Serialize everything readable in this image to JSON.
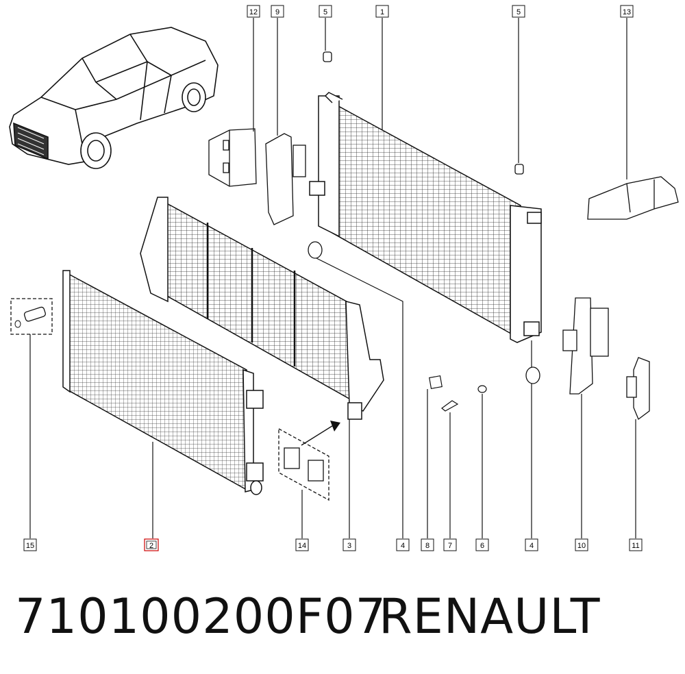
{
  "callouts": [
    {
      "label": "12"
    },
    {
      "label": "9"
    },
    {
      "label": "5"
    },
    {
      "label": "1"
    },
    {
      "label": "5"
    },
    {
      "label": "13"
    },
    {
      "label": "15"
    },
    {
      "label": "2"
    },
    {
      "label": "14"
    },
    {
      "label": "3"
    },
    {
      "label": "4"
    },
    {
      "label": "8"
    },
    {
      "label": "7"
    },
    {
      "label": "6"
    },
    {
      "label": "4"
    },
    {
      "label": "10"
    },
    {
      "label": "11"
    }
  ],
  "highlight_color": "#cc0000",
  "caption": {
    "part_number": "710100200F07",
    "brand": "RENAULT"
  }
}
